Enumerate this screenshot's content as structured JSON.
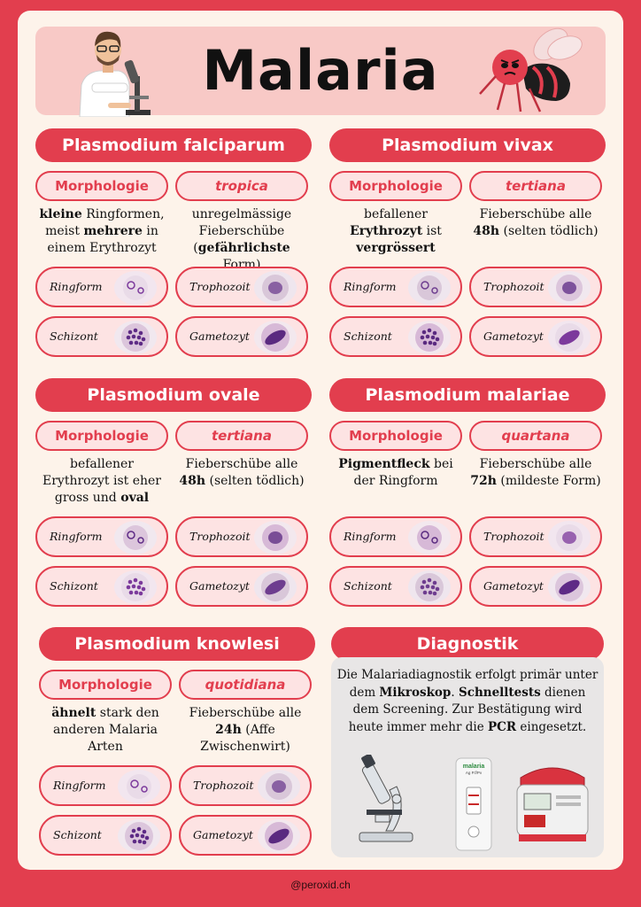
{
  "title": "Malaria",
  "footer": "@peroxid.ch",
  "sections": {
    "falciparum": {
      "title": "Plasmodium falciparum",
      "morph_label": "Morphologie",
      "type_label": "tropica",
      "morph_desc": "<b>kleine</b> Ringformen, meist <b>mehrere</b> in einem Erythrozyt",
      "type_desc": "unregelmässige Fieberschübe (<b>gefährlichste</b> Form)",
      "stages": [
        "Ringform",
        "Trophozoit",
        "Schizont",
        "Gametozyt"
      ]
    },
    "vivax": {
      "title": "Plasmodium vivax",
      "morph_label": "Morphologie",
      "type_label": "tertiana",
      "morph_desc": "befallener <b>Erythrozyt</b> ist <b>vergrössert</b>",
      "type_desc": "Fieberschübe alle <b>48h</b> (selten tödlich)",
      "stages": [
        "Ringform",
        "Trophozoit",
        "Schizont",
        "Gametozyt"
      ]
    },
    "ovale": {
      "title": "Plasmodium ovale",
      "morph_label": "Morphologie",
      "type_label": "tertiana",
      "morph_desc": "befallener Erythrozyt ist eher gross und <b>oval</b>",
      "type_desc": "Fieberschübe alle <b>48h</b> (selten tödlich)",
      "stages": [
        "Ringform",
        "Trophozoit",
        "Schizont",
        "Gametozyt"
      ]
    },
    "malariae": {
      "title": "Plasmodium malariae",
      "morph_label": "Morphologie",
      "type_label": "quartana",
      "morph_desc": "<b>Pigmentfleck</b> bei der Ringform",
      "type_desc": "Fieberschübe alle <b>72h</b> (mildeste Form)",
      "stages": [
        "Ringform",
        "Trophozoit",
        "Schizont",
        "Gametozyt"
      ]
    },
    "knowlesi": {
      "title": "Plasmodium knowlesi",
      "morph_label": "Morphologie",
      "type_label": "quotidiana",
      "morph_desc": "<b>ähnelt</b> stark den anderen Malaria Arten",
      "type_desc": "Fieberschübe alle <b>24h</b> (Affe Zwischenwirt)",
      "stages": [
        "Ringform",
        "Trophozoit",
        "Schizont",
        "Gametozyt"
      ]
    }
  },
  "diagnostik": {
    "title": "Diagnostik",
    "text": "Die Malariadiagnostik erfolgt primär unter dem <b>Mikroskop</b>. <b>Schnelltests</b> dienen dem Screening. Zur Bestätigung wird heute immer mehr die <b>PCR</b> eingesetzt.",
    "rapid_test_brand": "malaria",
    "rapid_test_sub": "Ag P.f/Pv"
  },
  "icons": [
    "scientist-microscope-icon",
    "mosquito-icon",
    "microscope-icon",
    "rapid-test-icon",
    "pcr-machine-icon"
  ],
  "colors": {
    "accent": "#e23e4e",
    "panel": "#fde3e3",
    "background": "#fdf3ea",
    "banner": "#f8c9c6"
  }
}
